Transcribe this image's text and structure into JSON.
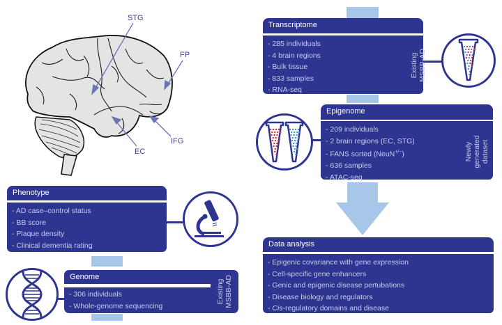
{
  "brain": {
    "labels": {
      "stg": "STG",
      "fp": "FP",
      "ec": "EC",
      "ifg": "IFG"
    }
  },
  "transcriptome": {
    "title": "Transcriptome",
    "items": [
      "- 285 individuals",
      "- 4 brain regions",
      "- Bulk tissue",
      "- 833 samples",
      "- RNA-seq"
    ],
    "side_label_line1": "Existing",
    "side_label_line2": "MSBB-AD",
    "icon": "single-tube-icon"
  },
  "epigenome": {
    "title": "Epigenome",
    "items": [
      "- 209 individuals",
      "- 2 brain regions (EC, STG)",
      "- FANS sorted (NeuN",
      "- 636 samples",
      "- ATAC-seq"
    ],
    "fans_superscript": "+/−",
    "fans_suffix": ")",
    "side_label_line1": "Newly",
    "side_label_line2": "generated",
    "side_label_line3": "dataset",
    "icon": "two-tubes-icon"
  },
  "phenotype": {
    "title": "Phenotype",
    "items": [
      "- AD case–control status",
      "- BB score",
      "- Plaque density",
      "- Clinical dementia rating"
    ],
    "icon": "microscope-icon"
  },
  "genome": {
    "title": "Genome",
    "items": [
      "- 306 individuals",
      "- Whole-genome sequencing"
    ],
    "side_label_line1": "Existing",
    "side_label_line2": "MSBB-AD",
    "icon": "dna-icon"
  },
  "analysis": {
    "title": "Data analysis",
    "items": [
      "- Epigenic covariance with gene expression",
      "- Cell-specific gene enhancers",
      "- Genic and epigenic disease pertubations",
      "- Disease biology and regulators"
    ],
    "last_item_prefix": "- ",
    "last_item_italic": "Cis",
    "last_item_rest": "-regulatory domains and disease"
  },
  "colors": {
    "navy": "#2e3590",
    "light_blue": "#a8c6e8",
    "body_text": "#c6cbee",
    "red_dots": "#d0323a",
    "blue_dots": "#3d8fd0"
  }
}
